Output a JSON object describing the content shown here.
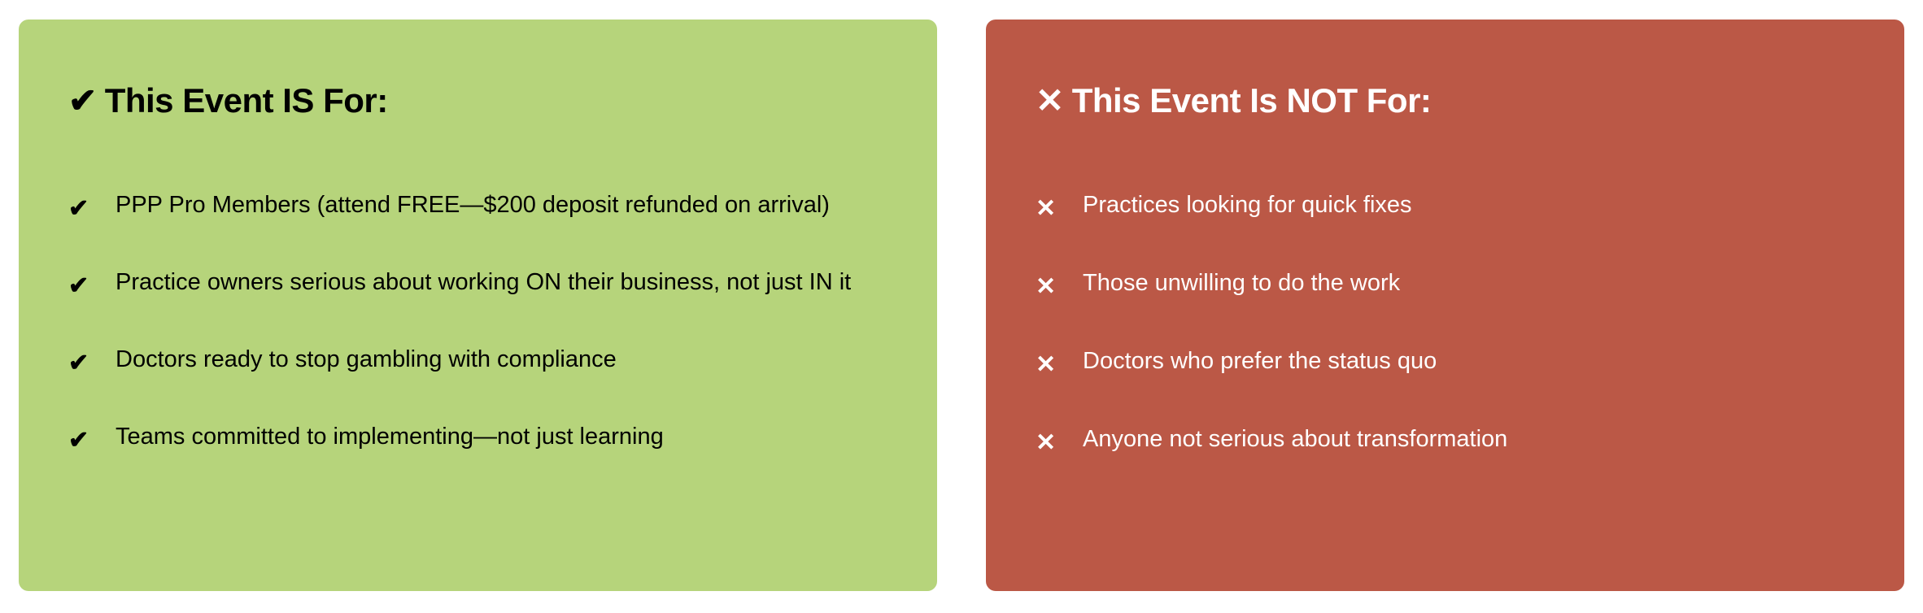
{
  "is_for": {
    "icon": "check-icon",
    "icon_glyph": "✔",
    "title": "This Event IS For:",
    "background": "#b6d47b",
    "items": [
      {
        "text": "PPP Pro Members (attend FREE—$200 deposit refunded on arrival)"
      },
      {
        "text": "Practice owners serious about working ON their business, not just IN it"
      },
      {
        "text": "Doctors ready to stop gambling with compliance"
      },
      {
        "text": "Teams committed to implementing—not just learning"
      }
    ]
  },
  "not_for": {
    "icon": "x-icon",
    "icon_glyph": "✕",
    "title": "This Event Is NOT For:",
    "background": "#bb5846",
    "items": [
      {
        "text": "Practices looking for quick fixes"
      },
      {
        "text": "Those unwilling to do the work"
      },
      {
        "text": "Doctors who prefer the status quo"
      },
      {
        "text": "Anyone not serious about transformation"
      }
    ]
  }
}
